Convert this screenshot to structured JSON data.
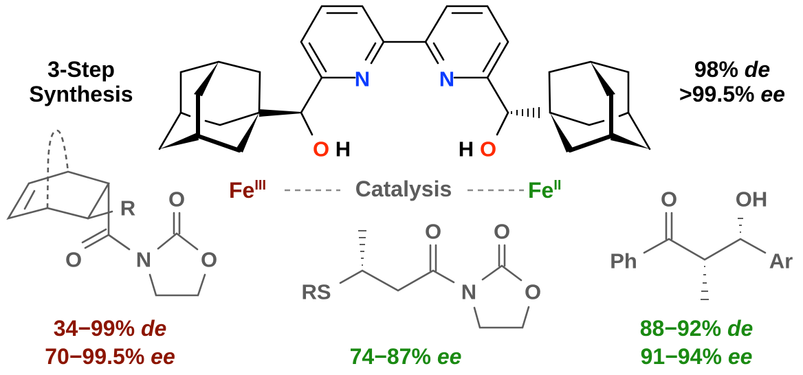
{
  "synthesis_label": {
    "line1": "3-Step",
    "line2": "Synthesis"
  },
  "ligand_selectivity": {
    "de_value": "98%",
    "de_unit": "de",
    "ee_value": ">99.5%",
    "ee_unit": "ee"
  },
  "ligand": {
    "n_left": "N",
    "n_right": "N",
    "oh_left_o": "O",
    "oh_left_h": "H",
    "oh_right_h": "H",
    "oh_right_o": "O"
  },
  "catalysis": {
    "fe3": "Fe",
    "fe3_ox": "III",
    "label": "Catalysis",
    "fe2": "Fe",
    "fe2_ox": "II"
  },
  "product_diels_alder": {
    "r": "R",
    "o_acyl": "O",
    "n": "N",
    "o_carbonyl": "O",
    "o_ring": "O",
    "de_value": "34−99%",
    "de_unit": "de",
    "ee_value": "70−99.5%",
    "ee_unit": "ee"
  },
  "product_thia_michael": {
    "rs": "RS",
    "o_acyl": "O",
    "n": "N",
    "o_carbonyl": "O",
    "o_ring": "O",
    "ee_value": "74−87%",
    "ee_unit": "ee"
  },
  "product_aldol": {
    "ph": "Ph",
    "o": "O",
    "oh": "OH",
    "ar": "Ar",
    "de_value": "88−92%",
    "de_unit": "de",
    "ee_value": "91−94%",
    "ee_unit": "ee"
  },
  "colors": {
    "fe3": "#8c1500",
    "fe2": "#1a8a12",
    "nitrogen": "#0a3cff",
    "oxygen": "#ff2a00",
    "product_gray": "#5c5c5c"
  }
}
